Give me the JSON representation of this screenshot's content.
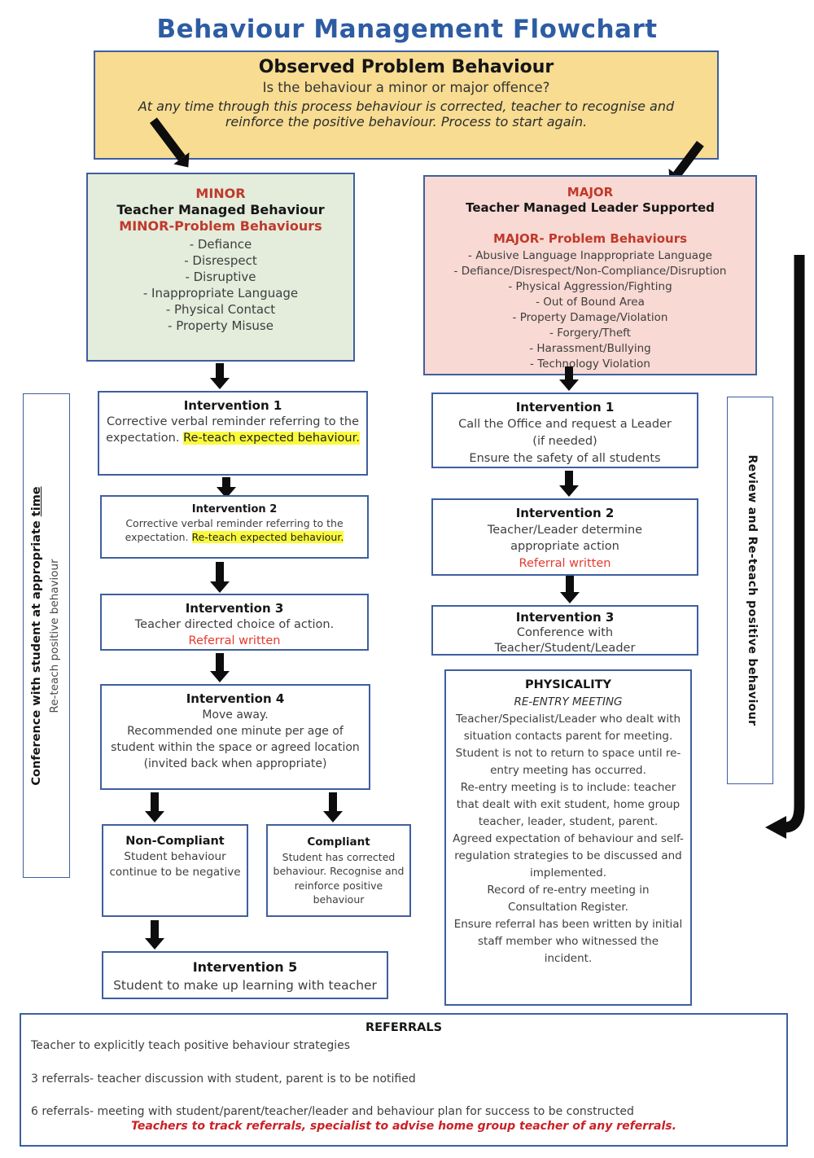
{
  "title": "Behaviour Management Flowchart",
  "colors": {
    "title_blue": "#2d5ca3",
    "box_border_blue": "#3e5f9f",
    "observed_fill": "#f7dc92",
    "minor_fill": "#e4ecdc",
    "major_fill": "#f8d9d3",
    "highlight_yellow": "#fafa3d",
    "heading_red": "#c0392b",
    "alert_red": "#e43a2e",
    "note_red": "#ca2127",
    "arrow_black": "#0d0d0d"
  },
  "observed": {
    "title": "Observed Problem Behaviour",
    "subtitle": "Is the behaviour a minor or major offence?",
    "note": "At any time through this process behaviour is corrected, teacher to recognise and reinforce the positive behaviour. Process to start again."
  },
  "minor": {
    "label": "MINOR",
    "subtitle": "Teacher Managed Behaviour",
    "problems_title": "MINOR-Problem Behaviours",
    "problems": [
      "- Defiance",
      "- Disrespect",
      "- Disruptive",
      "- Inappropriate Language",
      "- Physical Contact",
      "- Property Misuse"
    ]
  },
  "major": {
    "label": "MAJOR",
    "subtitle": "Teacher Managed Leader Supported",
    "problems_title": "MAJOR- Problem Behaviours",
    "problems": [
      "- Abusive Language Inappropriate Language",
      "- Defiance/Disrespect/Non-Compliance/Disruption",
      "- Physical Aggression/Fighting",
      "- Out of Bound Area",
      "- Property Damage/Violation",
      "- Forgery/Theft",
      "- Harassment/Bullying",
      "- Technology Violation"
    ]
  },
  "minor_path": {
    "i1": {
      "title": "Intervention 1",
      "body": "Corrective verbal reminder referring to the expectation. ",
      "highlight": "Re-teach expected behaviour."
    },
    "i2": {
      "title": "Intervention 2",
      "body": "Corrective verbal reminder referring to the expectation. ",
      "highlight": "Re-teach expected behaviour."
    },
    "i3": {
      "title": "Intervention 3",
      "body": "Teacher directed choice of action.",
      "red": "Referral written"
    },
    "i4": {
      "title": "Intervention 4",
      "body": "Move away.\nRecommended one minute per age of student within the space or agreed location\n(invited back when appropriate)"
    },
    "non_compliant": {
      "title": "Non-Compliant",
      "body": "Student behaviour continue to be negative"
    },
    "compliant": {
      "title": "Compliant",
      "body": "Student has corrected behaviour. Recognise and reinforce positive behaviour"
    },
    "i5": {
      "title": "Intervention 5",
      "body": "Student to make up learning with teacher"
    }
  },
  "major_path": {
    "i1": {
      "title": "Intervention 1",
      "body": "Call the Office and request a Leader\n(if needed)\nEnsure the safety of all students"
    },
    "i2": {
      "title": "Intervention 2",
      "body": "Teacher/Leader determine\nappropriate action",
      "red": "Referral written"
    },
    "i3": {
      "title": "Intervention 3",
      "body": "Conference with\nTeacher/Student/Leader"
    },
    "physicality": {
      "title": "PHYSICALITY",
      "subtitle": "RE-ENTRY MEETING",
      "body": "Teacher/Specialist/Leader who dealt with situation contacts parent for meeting.\nStudent is not to return to space until re-entry meeting has occurred.\nRe-entry meeting is to include: teacher that dealt with exit student, home group teacher, leader, student, parent.\nAgreed expectation of behaviour and self-regulation strategies to be discussed and implemented.\nRecord of re-entry meeting in Consultation Register.\nEnsure referral has been written by initial staff member who witnessed the incident."
    }
  },
  "sidebars": {
    "left_bold_pre": "Conference with student at appropriate ",
    "left_bold_underline": "time",
    "left_sub": "Re-teach positive behaviour",
    "right": "Review and Re-teach positive behaviour"
  },
  "referrals": {
    "title": "REFERRALS",
    "line1": "Teacher to explicitly teach positive behaviour strategies",
    "line2": "3 referrals- teacher discussion with student, parent is to be notified",
    "line3": "6 referrals- meeting with student/parent/teacher/leader and behaviour plan for success to be constructed",
    "note": "Teachers to track referrals, specialist to advise home group teacher of any referrals."
  }
}
